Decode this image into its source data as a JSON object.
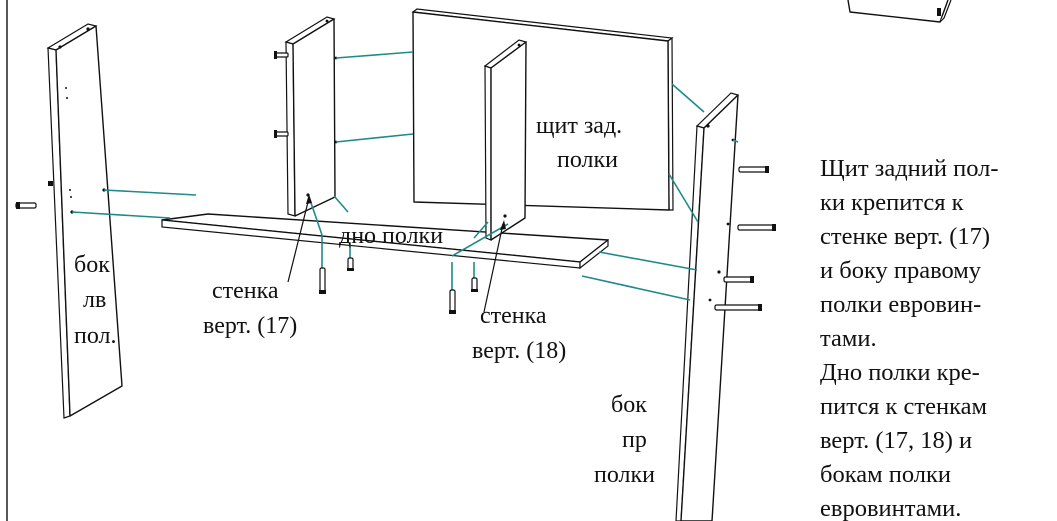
{
  "labels": {
    "back_panel": [
      "щит зад.",
      "полки"
    ],
    "shelf_bottom": "дно полки",
    "left_side": [
      "бок",
      "лв",
      "пол."
    ],
    "right_side": [
      "бок",
      "пр",
      "полки"
    ],
    "divider_17": [
      "стенка",
      "верт. (17)"
    ],
    "divider_18": [
      "стенка",
      "верт. (18)"
    ]
  },
  "note": [
    "Щит задний пол-",
    "ки крепится к",
    "стенке верт. (17)",
    "и боку правому",
    "полки евровин-",
    "тами.",
    "Дно полки кре-",
    "пится к стенкам",
    "верт. (17, 18) и",
    "бокам полки",
    "евровинтами."
  ],
  "colors": {
    "line": "#111111",
    "connector": "#1f8a8a",
    "background": "#ffffff"
  }
}
